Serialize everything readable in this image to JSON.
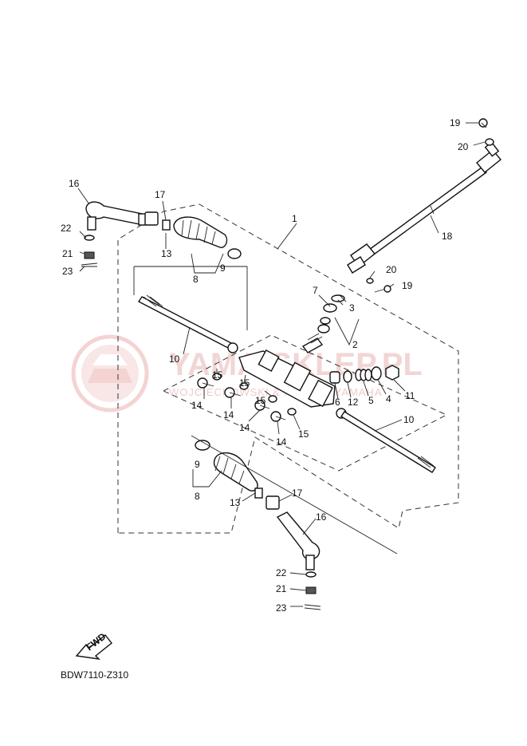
{
  "watermark": {
    "main": "YAMA-SKLEP.PL",
    "sub": "WOJCIECHOWSKI & REGALE YAMAHA",
    "color": "#e8b4b4"
  },
  "diagram_code": "BDW7110-Z310",
  "fwd_label": "FWD",
  "callouts": {
    "c1": "1",
    "c2": "2",
    "c3": "3",
    "c4": "4",
    "c5": "5",
    "c6": "6",
    "c7": "7",
    "c8a": "8",
    "c8b": "8",
    "c9a": "9",
    "c9b": "9",
    "c10a": "10",
    "c10b": "10",
    "c11": "11",
    "c12": "12",
    "c13a": "13",
    "c13b": "13",
    "c14a": "14",
    "c14b": "14",
    "c14c": "14",
    "c14d": "14",
    "c15a": "15",
    "c15b": "15",
    "c15c": "15",
    "c15d": "15",
    "c16a": "16",
    "c16b": "16",
    "c17a": "17",
    "c17b": "17",
    "c18": "18",
    "c19a": "19",
    "c19b": "19",
    "c20a": "20",
    "c20b": "20",
    "c21a": "21",
    "c21b": "21",
    "c22a": "22",
    "c22b": "22",
    "c23a": "23",
    "c23b": "23"
  }
}
